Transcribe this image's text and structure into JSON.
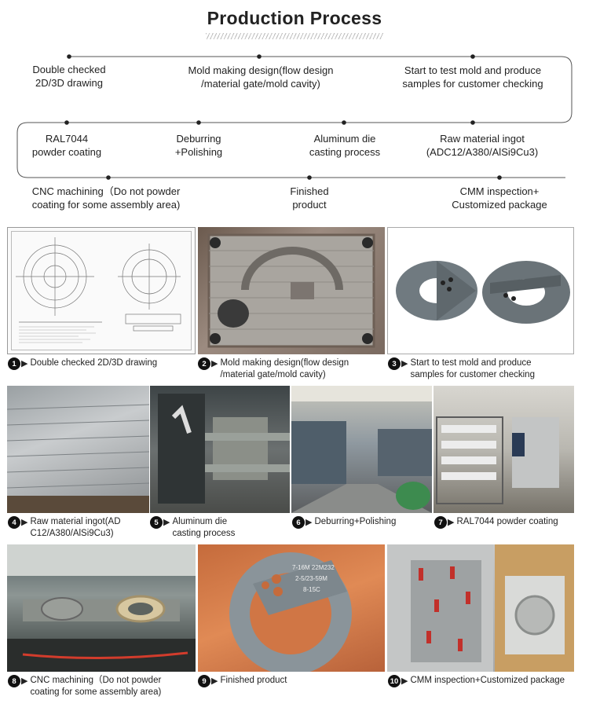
{
  "title": "Production Process",
  "flow_steps": [
    {
      "line1": "Double checked",
      "line2": "2D/3D drawing"
    },
    {
      "line1": "Mold making design(flow design",
      "line2": "/material gate/mold cavity)"
    },
    {
      "line1": "Start to test mold and produce",
      "line2": "samples for customer checking"
    },
    {
      "line1": "RAL7044",
      "line2": "powder coating"
    },
    {
      "line1": "Deburring",
      "line2": "+Polishing"
    },
    {
      "line1": "Aluminum die",
      "line2": "casting process"
    },
    {
      "line1": "Raw material ingot",
      "line2": "(ADC12/A380/AlSi9Cu3)"
    },
    {
      "line1": "CNC machining（Do not powder",
      "line2": "coating for some assembly area)"
    },
    {
      "line1": "Finished",
      "line2": "product"
    },
    {
      "line1": "CMM inspection+",
      "line2": "Customized package"
    }
  ],
  "photos": [
    {
      "num": "1",
      "line1": "Double checked 2D/3D drawing",
      "line2": ""
    },
    {
      "num": "2",
      "line1": "Mold making design(flow design",
      "line2": "/material gate/mold cavity)"
    },
    {
      "num": "3",
      "line1": "Start to test mold and produce",
      "line2": "samples for customer checking"
    },
    {
      "num": "4",
      "line1": "Raw material ingot(AD",
      "line2": "C12/A380/AlSi9Cu3)"
    },
    {
      "num": "5",
      "line1": "Aluminum die",
      "line2": "casting process"
    },
    {
      "num": "6",
      "line1": "Deburring+Polishing",
      "line2": ""
    },
    {
      "num": "7",
      "line1": "RAL7044 powder coating",
      "line2": ""
    },
    {
      "num": "8",
      "line1": "CNC machining（Do not powder",
      "line2": "coating for some assembly area)"
    },
    {
      "num": "9",
      "line1": "Finished product",
      "line2": ""
    },
    {
      "num": "10",
      "line1": "CMM inspection+Customized package",
      "line2": ""
    }
  ],
  "part_markings": {
    "line1": "7-16M 22M232",
    "line2": "2-5/23-59M",
    "line3": "8-15C"
  }
}
